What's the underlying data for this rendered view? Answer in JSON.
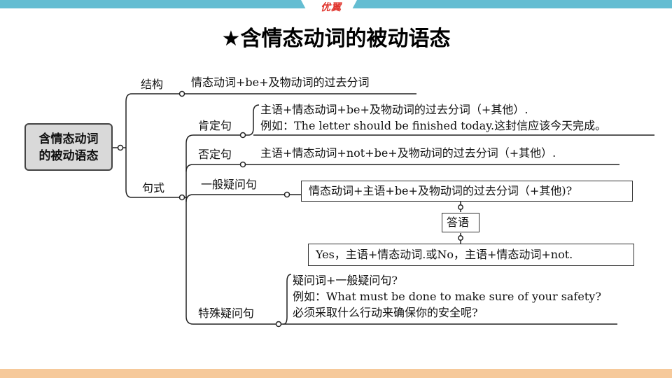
{
  "header": {
    "logo_text": "优翼"
  },
  "title": "★含情态动词的被动语态",
  "root": {
    "line1": "含情态动词",
    "line2": "的被动语态"
  },
  "branches": {
    "structure": {
      "label": "结构",
      "content": "情态动词+be+及物动词的过去分词"
    },
    "sentence": {
      "label": "句式",
      "affirmative": {
        "label": "肯定句",
        "line1": "主语+情态动词+be+及物动词的过去分词（+其他）.",
        "line2": "例如：The letter should be finished today.这封信应该今天完成。"
      },
      "negative": {
        "label": "否定句",
        "content": "主语+情态动词+not+be+及物动词的过去分词（+其他）."
      },
      "general_question": {
        "label": "一般疑问句",
        "question": "情态动词+主语+be+及物动词的过去分词（+其他)?",
        "answer_label": "答语",
        "answer": "Yes，主语+情态动词.或No，主语+情态动词+not."
      },
      "special_question": {
        "label": "特殊疑问句",
        "line1": "疑问词+一般疑问句?",
        "line2": "例如：What must be done to make sure of your safety?",
        "line3": "必须采取什么行动来确保你的安全呢?"
      }
    }
  },
  "colors": {
    "top_band": "#64bdd2",
    "bottom_band": "#f6c99a",
    "root_fill": "#d9d9d9"
  }
}
